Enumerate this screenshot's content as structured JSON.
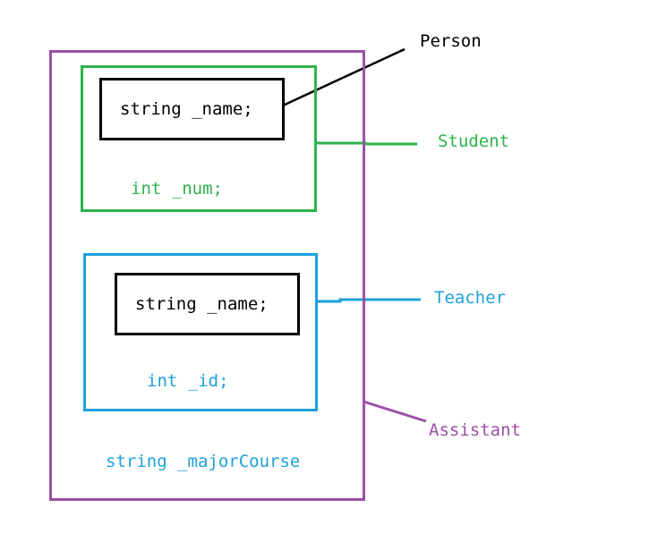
{
  "colors": {
    "person": "#000000",
    "student": "#2db34a",
    "teacher": "#1ea0dc",
    "assistant": "#9b4fa5"
  },
  "labels": {
    "person": "Person",
    "student": "Student",
    "teacher": "Teacher",
    "assistant": "Assistant"
  },
  "student": {
    "inner_field": "string _name;",
    "own_field": "int _num;"
  },
  "teacher": {
    "inner_field": "string _name;",
    "own_field": "int _id;"
  },
  "assistant": {
    "own_field": "string _majorCourse"
  }
}
